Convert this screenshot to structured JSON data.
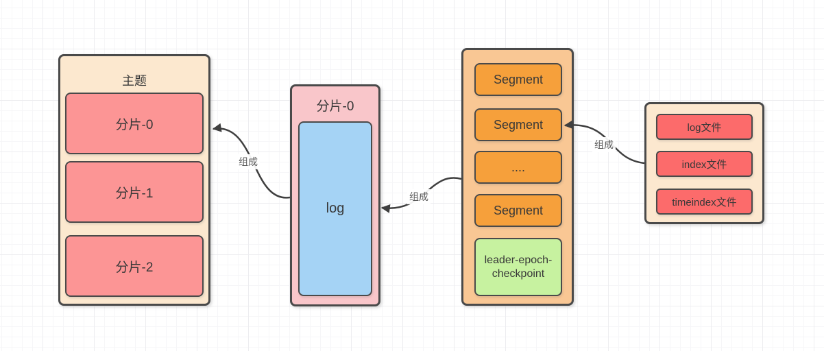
{
  "diagram": {
    "topic": {
      "title": "主题",
      "partitions": [
        "分片-0",
        "分片-1",
        "分片-2"
      ]
    },
    "partition_detail": {
      "title": "分片-0",
      "log": "log"
    },
    "segments": {
      "items": [
        "Segment",
        "Segment",
        "....",
        "Segment"
      ],
      "checkpoint": "leader-epoch-checkpoint"
    },
    "files": {
      "items": [
        "log文件",
        "index文件",
        "timeindex文件"
      ]
    },
    "edges": {
      "log_to_partition": "组成",
      "segments_to_log": "组成",
      "files_to_segment": "组成"
    }
  },
  "colors": {
    "canvas_bg": "#ffffff",
    "grid_minor": "#f6f6f8",
    "grid_major": "#ededf0",
    "container_fill": "#fce8cf",
    "partition_fill": "#fc9595",
    "pink_fill": "#f9c6ca",
    "blue_fill": "#a5d3f5",
    "orange_container_fill": "#f9c794",
    "segment_fill": "#f6a03b",
    "green_fill": "#c7f2a0",
    "file_fill": "#fc6b6b",
    "stroke": "#4a4a4a",
    "arrow": "#3f3f3f",
    "text": "#383838",
    "edge_label_text": "#595959"
  }
}
